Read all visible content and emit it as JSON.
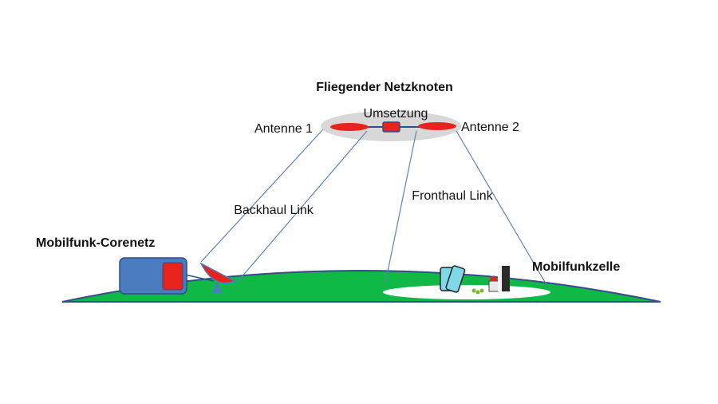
{
  "labels": {
    "flying_node": "Fliegender Netzknoten",
    "conversion": "Umsetzung",
    "antenna1": "Antenne 1",
    "antenna2": "Antenne 2",
    "backhaul": "Backhaul Link",
    "fronthaul": "Fronthaul Link",
    "core_network": "Mobilfunk-Corenetz",
    "cell": "Mobilfunkzelle"
  },
  "colors": {
    "ground": "#10b845",
    "ground_edge": "#3a4a8a",
    "node_disc": "#d8d8d8",
    "antenna": "#e8231c",
    "link_line": "#5b82b8",
    "core_box": "#4b7cc0",
    "core_box_edge": "#2a4f8a",
    "core_red": "#e8231c",
    "cell_area": "#ffffff",
    "phone": "#7fd8e8"
  }
}
